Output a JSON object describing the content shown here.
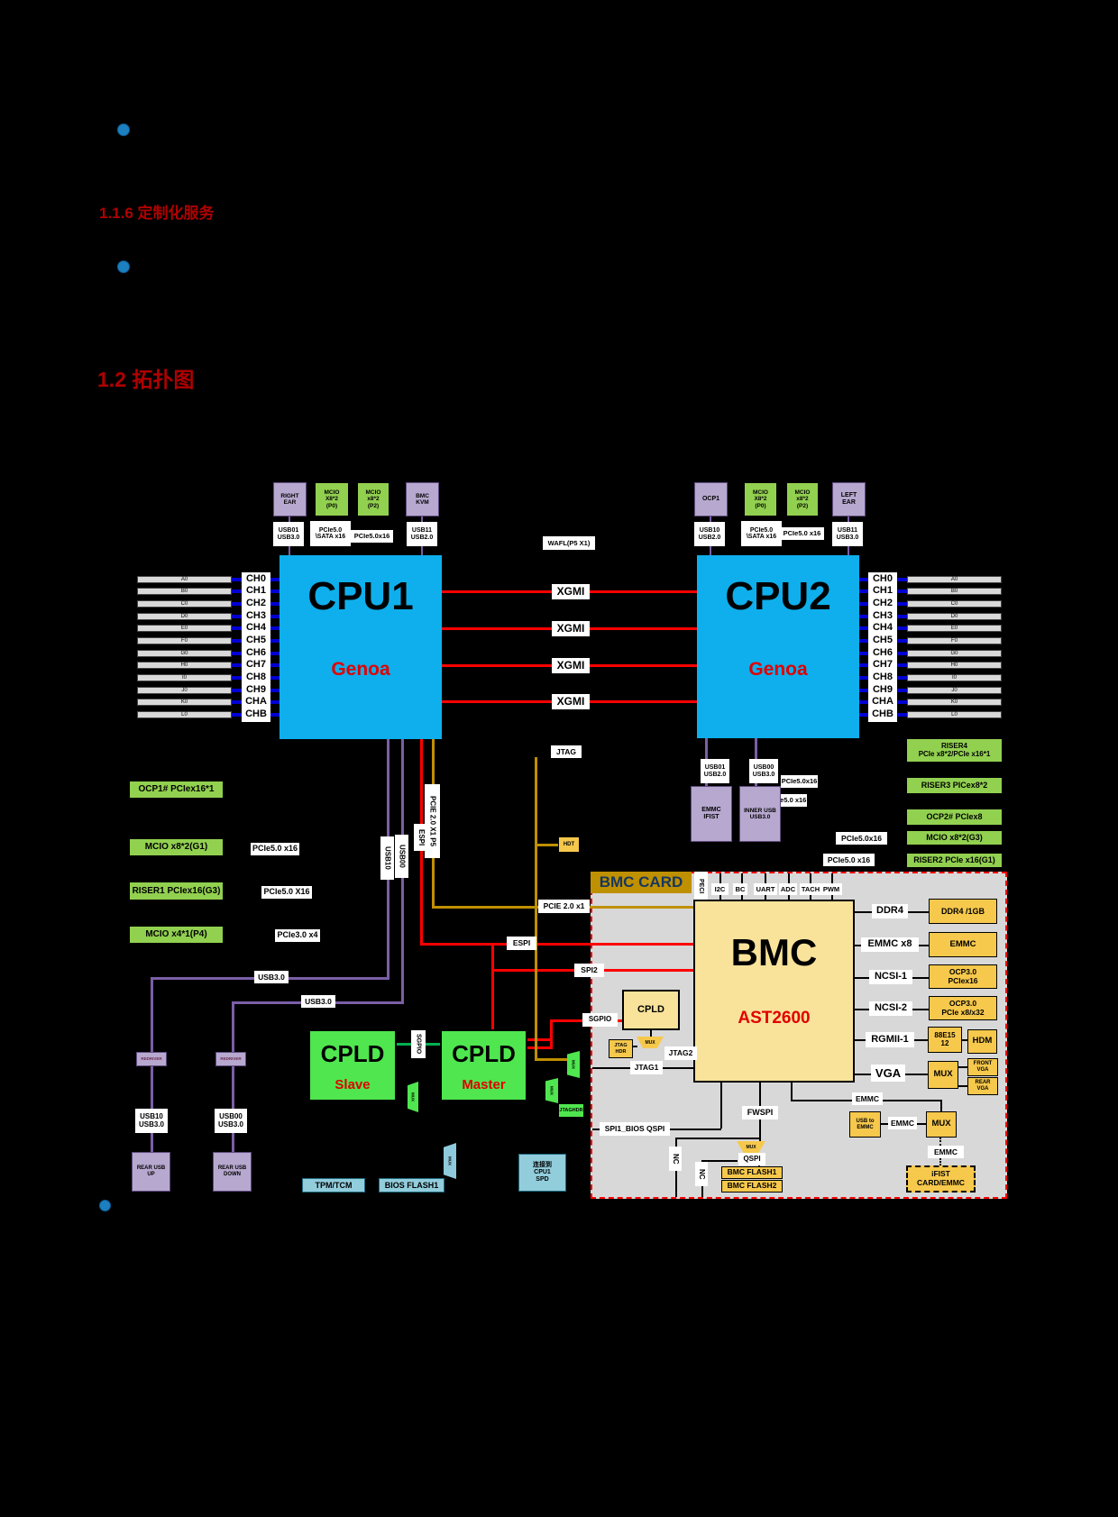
{
  "page": {
    "section_heading": "1.1.6  定制化服务",
    "topology_heading": "1.2  拓扑图"
  },
  "top_left": {
    "right_ear": "RIGHT\nEAR",
    "mcio_p0": "MCIO\nX8*2\n(P0)",
    "mcio_p2": "MCIO\nx8*2\n(P2)",
    "bmc_kvm": "BMC\nKVM",
    "usb01": "USB01\nUSB3.0",
    "pcie_sata": "PCIe5.0\n\\SATA x16",
    "pcie_x16": "PCIe5.0x16",
    "usb11": "USB11\nUSB2.0"
  },
  "top_right": {
    "ocp1": "OCP1",
    "mcio_p0": "MCIO\nX8*2\n(P0)",
    "mcio_p2": "MCIO\nx8*2\n(P2)",
    "left_ear": "LEFT\nEAR",
    "usb10": "USB10\nUSB2.0",
    "pcie_sata": "PCIe5.0\n\\SATA x16",
    "pcie_x16": "PCIe5.0 x16",
    "usb11": "USB11\nUSB3.0"
  },
  "wafl_label": "WAFL(P5 X1)",
  "cpu1": {
    "name": "CPU1",
    "codename": "Genoa"
  },
  "cpu2": {
    "name": "CPU2",
    "codename": "Genoa"
  },
  "memory": {
    "channels": [
      "CH0",
      "CH1",
      "CH2",
      "CH3",
      "CH4",
      "CH5",
      "CH6",
      "CH7",
      "CH8",
      "CH9",
      "CHA",
      "CHB"
    ],
    "dimms": [
      "A0",
      "B0",
      "C0",
      "D0",
      "E0",
      "F0",
      "G0",
      "H0",
      "I0",
      "J0",
      "K0",
      "L0"
    ]
  },
  "xgmi_label": "XGMI",
  "left_io": {
    "ocp1_box": "OCP1# PCIex16*1",
    "mcio_g1_box": "MCIO x8*2(G1)",
    "mcio_g1_link": "PCIe5.0 x16",
    "riser1_box": "RISER1  PCIex16(G3)",
    "riser1_link": "PCIe5.0 X16",
    "mcio_p4_box": "MCIO x4*1(P4)",
    "mcio_p4_link": "PCIe3.0 x4",
    "usb30_a": "USB3.0",
    "usb30_b": "USB3.0",
    "usb10_line": "USB10",
    "usb00_line": "USB00",
    "redriver_a": "REDRIVER",
    "redriver_b": "REDRIVER",
    "usb10_port": "USB10\nUSB3.0",
    "usb00_port": "USB00\nUSB3.0",
    "rear_usb_up": "REAR USB\nUP",
    "rear_usb_down": "REAR USB\nDOWN"
  },
  "right_io": {
    "riser4_box": "RISER4\nPCIe x8*2/PCIe x16*1",
    "riser3_box": "RISER3 PICex8*2",
    "ocp2_box": "OCP2# PCIex8",
    "mcio_g3_box": "MCIO x8*2(G3)",
    "mcio_g3_link": "PCIe5.0x16",
    "riser2_box": "RISER2  PCIe x16(G1)",
    "riser2_link": "PCIe5.0 x16",
    "link_a": "PCIe5.0x16",
    "link_b": "PCIe5.0 x16",
    "usb01": "USB01\nUSB2.0",
    "usb00": "USB00\nUSB3.0",
    "emmc_ifist": "EMMC\nIFIST",
    "inner_usb": "INNER USB\nUSB3.0"
  },
  "buses": {
    "espi": "ESPI",
    "pcie20x1_vert": "PCIE 2.0 X1 P5",
    "pcie20x1": "PCIE 2.0 x1",
    "jtag": "JTAG",
    "hdt": "HDT",
    "spi2": "SPI2",
    "sgpio_bmc": "SGPIO",
    "sgpio_cpld": "SGPIO",
    "jtag1": "JTAG1",
    "jtag2": "JTAG2",
    "spi1_bios_qspi": "SPI1_BIOS QSPI",
    "fwspi": "FWSPI",
    "qspi": "QSPI",
    "emmc_1": "EMMC",
    "emmc_2": "EMMC",
    "emmc_3": "EMMC",
    "nc_1": "NC",
    "nc_2": "NC",
    "mux": "MUX"
  },
  "bmc_card": {
    "title": "BMC CARD",
    "top_pins": [
      "PECI",
      "I2C",
      "BC",
      "UART",
      "ADC",
      "TACH",
      "PWM"
    ],
    "bmc_name": "BMC",
    "bmc_chip": "AST2600",
    "cpld": "CPLD",
    "jtag_hdr_in": "JTAG\nHDR",
    "right_rows": [
      {
        "bus": "DDR4",
        "box": "DDR4 /1GB"
      },
      {
        "bus": "EMMC x8",
        "box": "EMMC"
      },
      {
        "bus": "NCSI-1",
        "box": "OCP3.0\nPCIex16"
      },
      {
        "bus": "NCSI-2",
        "box": "OCP3.0\nPCIe x8/x32"
      }
    ],
    "rgmii_bus": "RGMII-1",
    "phy_box": "88E15\n12",
    "hdm_box": "HDM",
    "vga_bus": "VGA",
    "vga_mux": "MUX",
    "front_vga": "FRONT\nVGA",
    "rear_vga": "REAR\nVGA",
    "usb_to_emmc": "USB to\nEMMC",
    "emmc_mux": "MUX",
    "ifist_box": "iFIST\nCARD/EMMC",
    "bmc_flash1": "BMC FLASH1",
    "bmc_flash2": "BMC FLASH2"
  },
  "cpld": {
    "slave_name": "CPLD",
    "slave_role": "Slave",
    "master_name": "CPLD",
    "master_role": "Master",
    "jtag_hdr": "JTAGHDR"
  },
  "bottom": {
    "tpm": "TPM/TCM",
    "bios_flash1": "BIOS FLASH1",
    "spd_box": "连接到\nCPU1\nSPD"
  }
}
